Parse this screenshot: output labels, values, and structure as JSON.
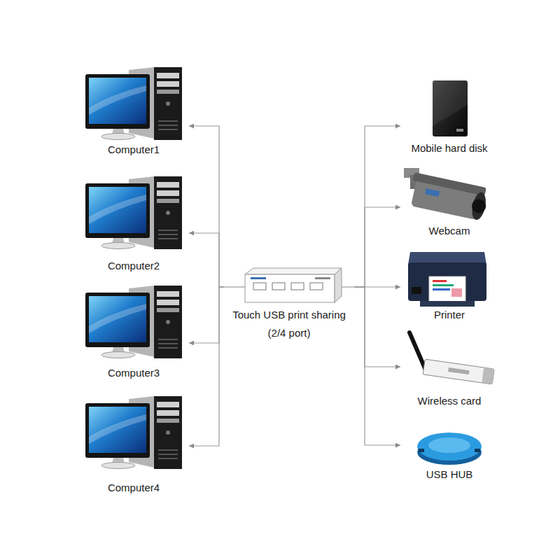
{
  "diagram": {
    "nodes": [
      {
        "text": [
          "Computer1"
        ]
      },
      {
        "text": [
          "Computer2"
        ]
      },
      {
        "text": [
          "Computer3"
        ]
      },
      {
        "text": [
          "Computer4"
        ]
      },
      {
        "text": [
          "Touch USB print sharing (2/4 port)"
        ]
      },
      {
        "text": [
          "Mobile hard disk"
        ]
      },
      {
        "text": [
          "Webcam"
        ]
      },
      {
        "text": [
          "Printer"
        ]
      },
      {
        "text": [
          "Wireless card"
        ]
      },
      {
        "text": [
          "USB HUB"
        ]
      }
    ],
    "edges": [
      {
        "from": 4,
        "to": 0,
        "arrow": "to"
      },
      {
        "from": 4,
        "to": 1,
        "arrow": "to"
      },
      {
        "from": 4,
        "to": 2,
        "arrow": "to"
      },
      {
        "from": 4,
        "to": 3,
        "arrow": "to"
      },
      {
        "from": 4,
        "to": 5,
        "arrow": "to"
      },
      {
        "from": 4,
        "to": 6,
        "arrow": "to"
      },
      {
        "from": 4,
        "to": 7,
        "arrow": "to"
      },
      {
        "from": 4,
        "to": 8,
        "arrow": "to"
      },
      {
        "from": 4,
        "to": 9,
        "arrow": "to"
      }
    ]
  }
}
